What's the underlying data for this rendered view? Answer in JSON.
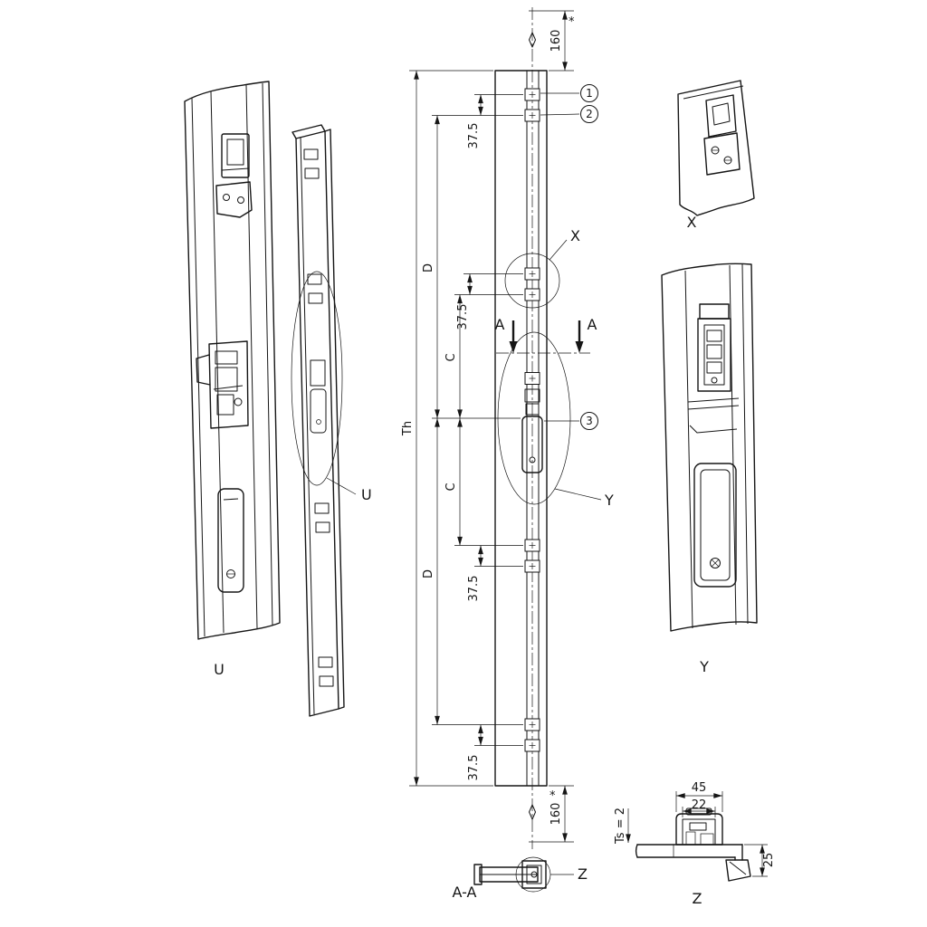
{
  "views": {
    "iso": {
      "label": "U"
    },
    "bar": {
      "detail_marker_label": "U"
    },
    "elevation": {
      "section_label_left": "A",
      "section_label_right": "A",
      "detail_x_marker": "X",
      "detail_y_marker": "Y",
      "balloon_1": "1",
      "balloon_2": "2",
      "balloon_3": "3"
    },
    "detail_x": {
      "title": "X"
    },
    "detail_y": {
      "title": "Y"
    },
    "section_aa": {
      "title": "A-A",
      "detail_z_marker": "Z"
    },
    "detail_z": {
      "title": "Z"
    }
  },
  "dims": {
    "th": "Th",
    "d_upper": "D",
    "d_lower": "D",
    "c_upper": "C",
    "c_lower": "C",
    "spacing_1": "37.5",
    "spacing_2": "37.5",
    "spacing_3": "37.5",
    "spacing_4": "37.5",
    "top_offset": "160",
    "top_offset_star": "*",
    "bottom_offset": "160",
    "bottom_offset_star": "*",
    "z_width": "45",
    "z_slot": "22",
    "z_sheet_thickness": "Ts = 2",
    "z_height": "25"
  }
}
